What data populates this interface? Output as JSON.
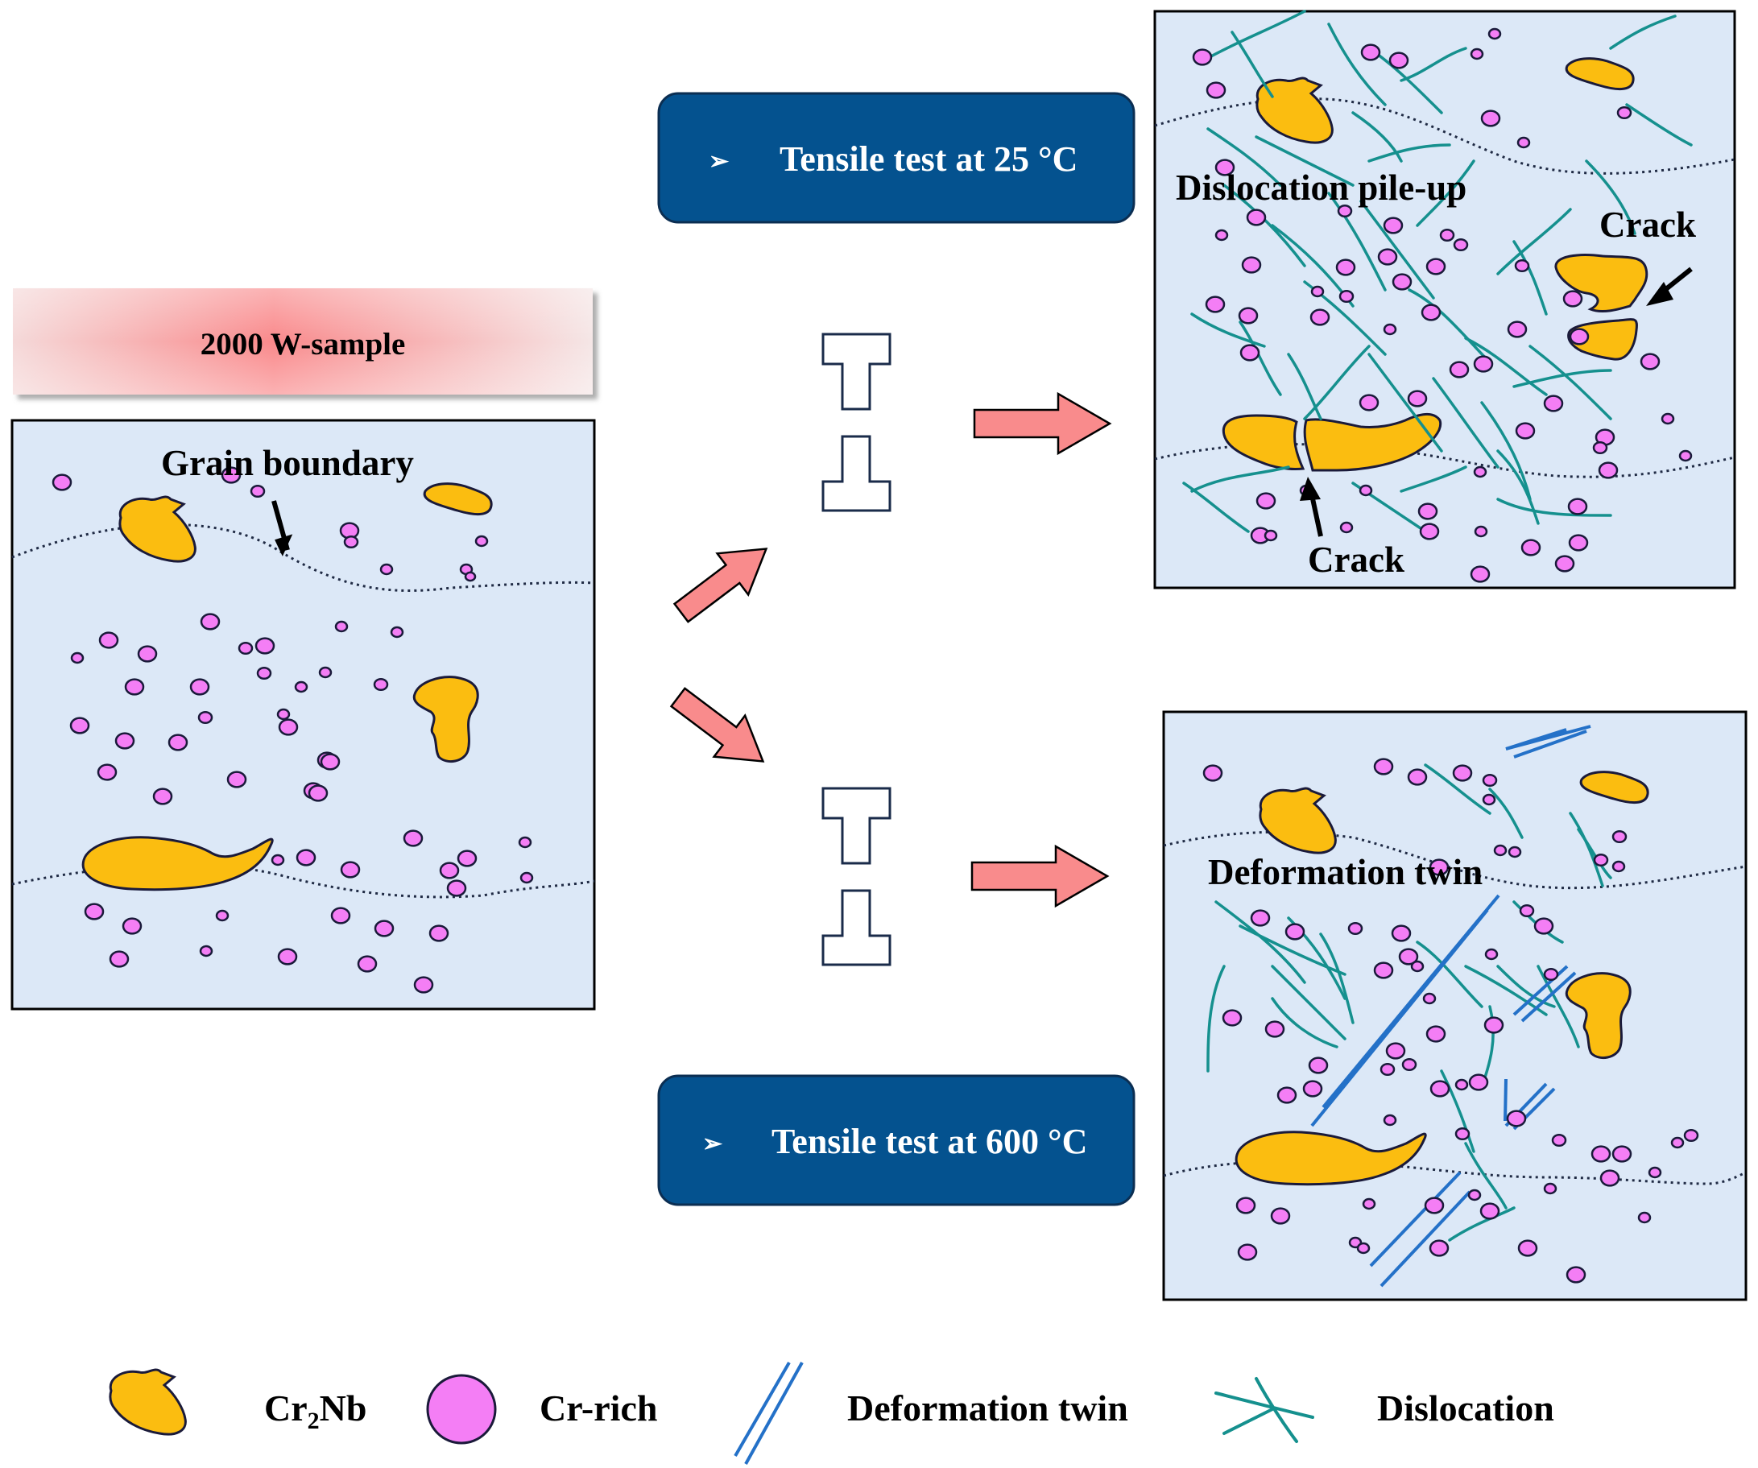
{
  "sample_label": "2000 W-sample",
  "test_25": {
    "label": "Tensile test at 25 °C",
    "marker": "➢"
  },
  "test_600": {
    "label": "Tensile test at 600 °C",
    "marker": "➢"
  },
  "initial_panel": {
    "grain_boundary_label": "Grain boundary"
  },
  "panel_25": {
    "pileup_label": "Dislocation pile-up",
    "crack_label_1": "Crack",
    "crack_label_2": "Crack"
  },
  "panel_600": {
    "twin_label": "Deformation twin"
  },
  "legend": {
    "cr2nb_main": "Cr",
    "cr2nb_sub": "2",
    "cr2nb_tail": "Nb",
    "cr_rich": "Cr-rich",
    "twin": "Deformation twin",
    "dislocation": "Dislocation"
  },
  "colors": {
    "panel_fill": "#dce8f7",
    "cr2nb": "#fbbd10",
    "cr_rich": "#f47ef5",
    "dislocation": "#15908e",
    "twin": "#2471c8",
    "banner": "#04528f",
    "arrow": "#f98b8c"
  }
}
